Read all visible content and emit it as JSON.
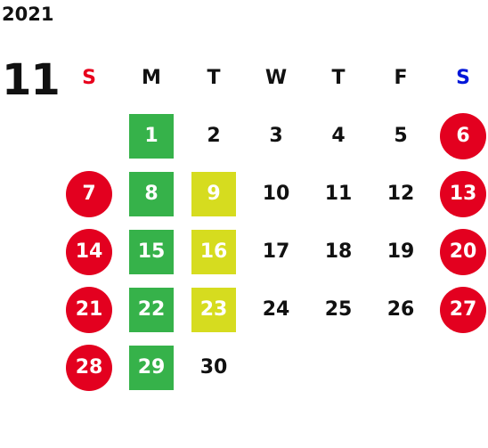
{
  "calendar": {
    "year": "2021",
    "month": "11",
    "weekdays": [
      {
        "label": "S",
        "color": "#e8001c"
      },
      {
        "label": "M",
        "color": "#111111"
      },
      {
        "label": "T",
        "color": "#111111"
      },
      {
        "label": "W",
        "color": "#111111"
      },
      {
        "label": "T",
        "color": "#111111"
      },
      {
        "label": "F",
        "color": "#111111"
      },
      {
        "label": "S",
        "color": "#0016d9"
      }
    ],
    "colors": {
      "holiday_red": "#e3001f",
      "green": "#36b24a",
      "yellow": "#d6dc1f",
      "text": "#111111"
    },
    "weeks": [
      [
        {
          "day": "",
          "style": "empty"
        },
        {
          "day": "1",
          "style": "green"
        },
        {
          "day": "2",
          "style": "plain"
        },
        {
          "day": "3",
          "style": "plain"
        },
        {
          "day": "4",
          "style": "plain"
        },
        {
          "day": "5",
          "style": "plain"
        },
        {
          "day": "6",
          "style": "red"
        }
      ],
      [
        {
          "day": "7",
          "style": "red"
        },
        {
          "day": "8",
          "style": "green"
        },
        {
          "day": "9",
          "style": "yellow"
        },
        {
          "day": "10",
          "style": "plain"
        },
        {
          "day": "11",
          "style": "plain"
        },
        {
          "day": "12",
          "style": "plain"
        },
        {
          "day": "13",
          "style": "red"
        }
      ],
      [
        {
          "day": "14",
          "style": "red"
        },
        {
          "day": "15",
          "style": "green"
        },
        {
          "day": "16",
          "style": "yellow"
        },
        {
          "day": "17",
          "style": "plain"
        },
        {
          "day": "18",
          "style": "plain"
        },
        {
          "day": "19",
          "style": "plain"
        },
        {
          "day": "20",
          "style": "red"
        }
      ],
      [
        {
          "day": "21",
          "style": "red"
        },
        {
          "day": "22",
          "style": "green"
        },
        {
          "day": "23",
          "style": "yellow"
        },
        {
          "day": "24",
          "style": "plain"
        },
        {
          "day": "25",
          "style": "plain"
        },
        {
          "day": "26",
          "style": "plain"
        },
        {
          "day": "27",
          "style": "red"
        }
      ],
      [
        {
          "day": "28",
          "style": "red"
        },
        {
          "day": "29",
          "style": "green"
        },
        {
          "day": "30",
          "style": "plain"
        },
        {
          "day": "",
          "style": "empty"
        },
        {
          "day": "",
          "style": "empty"
        },
        {
          "day": "",
          "style": "empty"
        },
        {
          "day": "",
          "style": "empty"
        }
      ]
    ]
  }
}
